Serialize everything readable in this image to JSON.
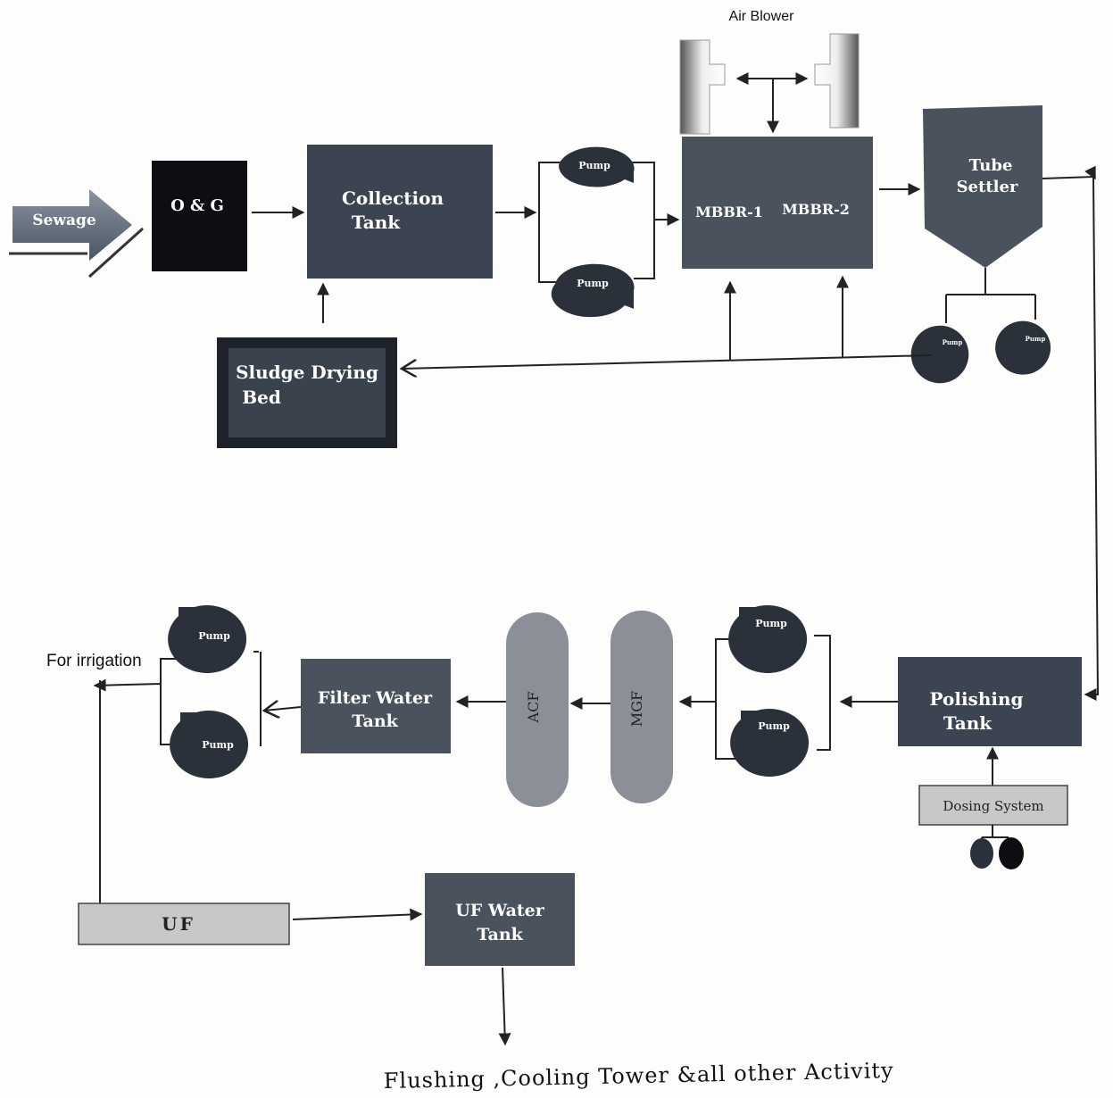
{
  "title": "",
  "labels": {
    "air_blower": "Air Blower",
    "sewage": "Sewage",
    "og": "O & G",
    "collection_tank": [
      "Collection",
      "Tank"
    ],
    "pump": "Pump",
    "mbbr1": "MBBR-1",
    "mbbr2": "MBBR-2",
    "tube_settler": [
      "Tube",
      "Settler"
    ],
    "sludge_drying_bed": [
      "Sludge Drying",
      "Bed"
    ],
    "polishing_tank": [
      "Polishing",
      "Tank"
    ],
    "dosing_system": "Dosing System",
    "mgf": "MGF",
    "acf": "ACF",
    "filter_water_tank": [
      "Filter Water",
      "Tank"
    ],
    "for_irrigation": "For irrigation",
    "uf": "UF",
    "uf_water_tank": [
      "UF Water",
      "Tank"
    ],
    "footer": "Flushing ,Cooling Tower &all other Activity"
  },
  "colors": {
    "box_dark": "#3c4451",
    "box_black": "#0d0d12",
    "box_light": "#c8c8c8",
    "pump": "#2a313b"
  }
}
